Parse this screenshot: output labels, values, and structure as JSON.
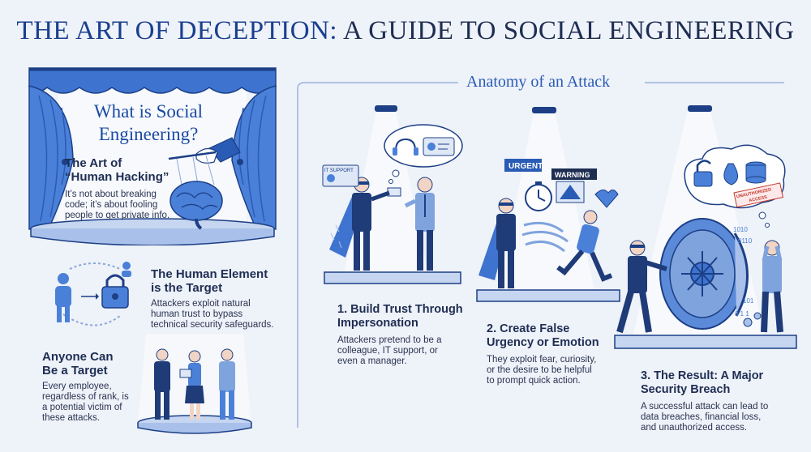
{
  "title": {
    "part1": "THE ART OF DECEPTION:",
    "part2": "A GUIDE TO SOCIAL ENGINEERING"
  },
  "intro": {
    "stage_title_line1": "What is Social",
    "stage_title_line2": "Engineering?",
    "heading_line1": "The Art of",
    "heading_line2": "“Human Hacking”",
    "body": [
      "It’s not about breaking",
      "code; it’s about fooling",
      "people to get private info."
    ]
  },
  "human_element": {
    "heading_line1": "The Human Element",
    "heading_line2": "is the Target",
    "body": [
      "Attackers exploit natural",
      "human trust to bypass",
      "technical security safeguards."
    ]
  },
  "anyone": {
    "heading_line1": "Anyone Can",
    "heading_line2": "Be a Target",
    "body": [
      "Every employee,",
      "regardless of rank, is",
      "a potential victim of",
      "these attacks."
    ]
  },
  "anatomy": {
    "title": "Anatomy of an Attack"
  },
  "steps": [
    {
      "heading": [
        "1. Build Trust Through",
        "Impersonation"
      ],
      "body": [
        "Attackers pretend to be a",
        "colleague, IT support, or",
        "even a manager."
      ],
      "badge": "IT SUPPORT"
    },
    {
      "heading": [
        "2. Create False",
        "Urgency or Emotion"
      ],
      "body": [
        "They exploit fear, curiosity,",
        "or the desire to be helpful",
        "to prompt quick action."
      ],
      "tags": [
        "URGENT",
        "WARNING"
      ]
    },
    {
      "heading": [
        "3. The Result: A Major",
        "Security Breach"
      ],
      "body": [
        "A successful attack can lead to",
        "data breaches, financial loss,",
        "and unauthorized access."
      ],
      "stamp": [
        "UNAUTHORIZED",
        "ACCESS"
      ]
    }
  ],
  "colors": {
    "primary": "#1a4aa0",
    "navy": "#1e2d52",
    "light": "#cddcf3",
    "accent": "#3b6fd1"
  }
}
